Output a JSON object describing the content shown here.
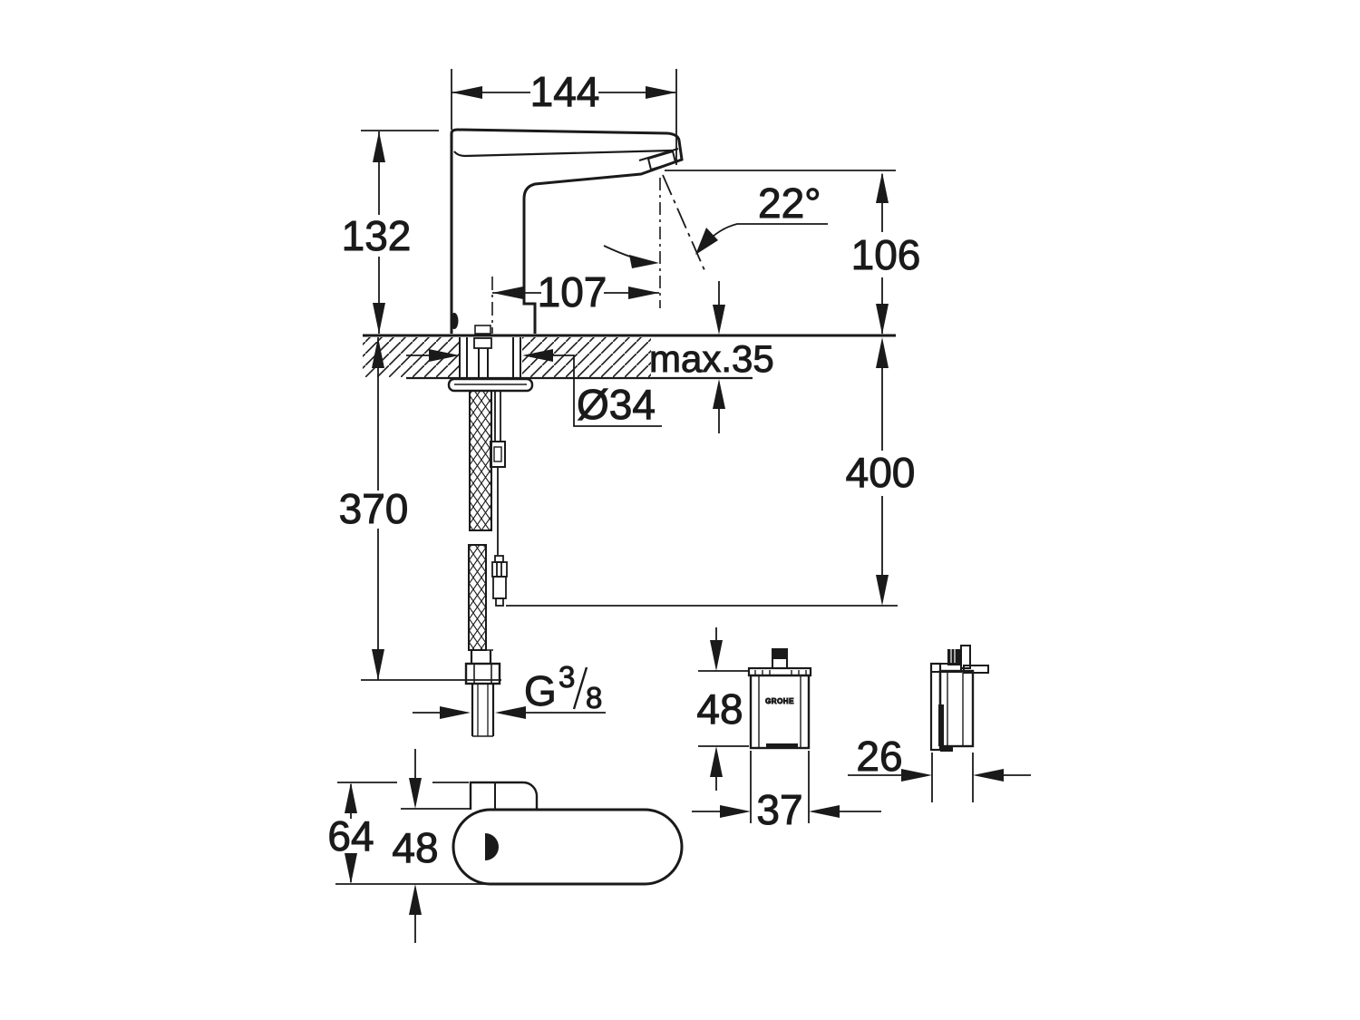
{
  "drawing": {
    "kind": "technical-dimension-drawing",
    "colors": {
      "ink": "#1a1a1a",
      "background": "#ffffff"
    },
    "labels": {
      "spout_reach": "144",
      "height_above_deck": "132",
      "projection": "107",
      "spray_angle": "22°",
      "outlet_to_deck": "106",
      "deck_max_thickness": "max.35",
      "hole_diameter": "Ø34",
      "cable_length": "400",
      "hose_length": "370",
      "thread_letter": "G",
      "thread_numerator": "3",
      "thread_denominator": "8",
      "control_box_height": "48",
      "control_box_width": "37",
      "control_box_depth": "26",
      "top_view_depth": "64",
      "top_view_width": "48",
      "brand_logo": "GROHE"
    }
  }
}
